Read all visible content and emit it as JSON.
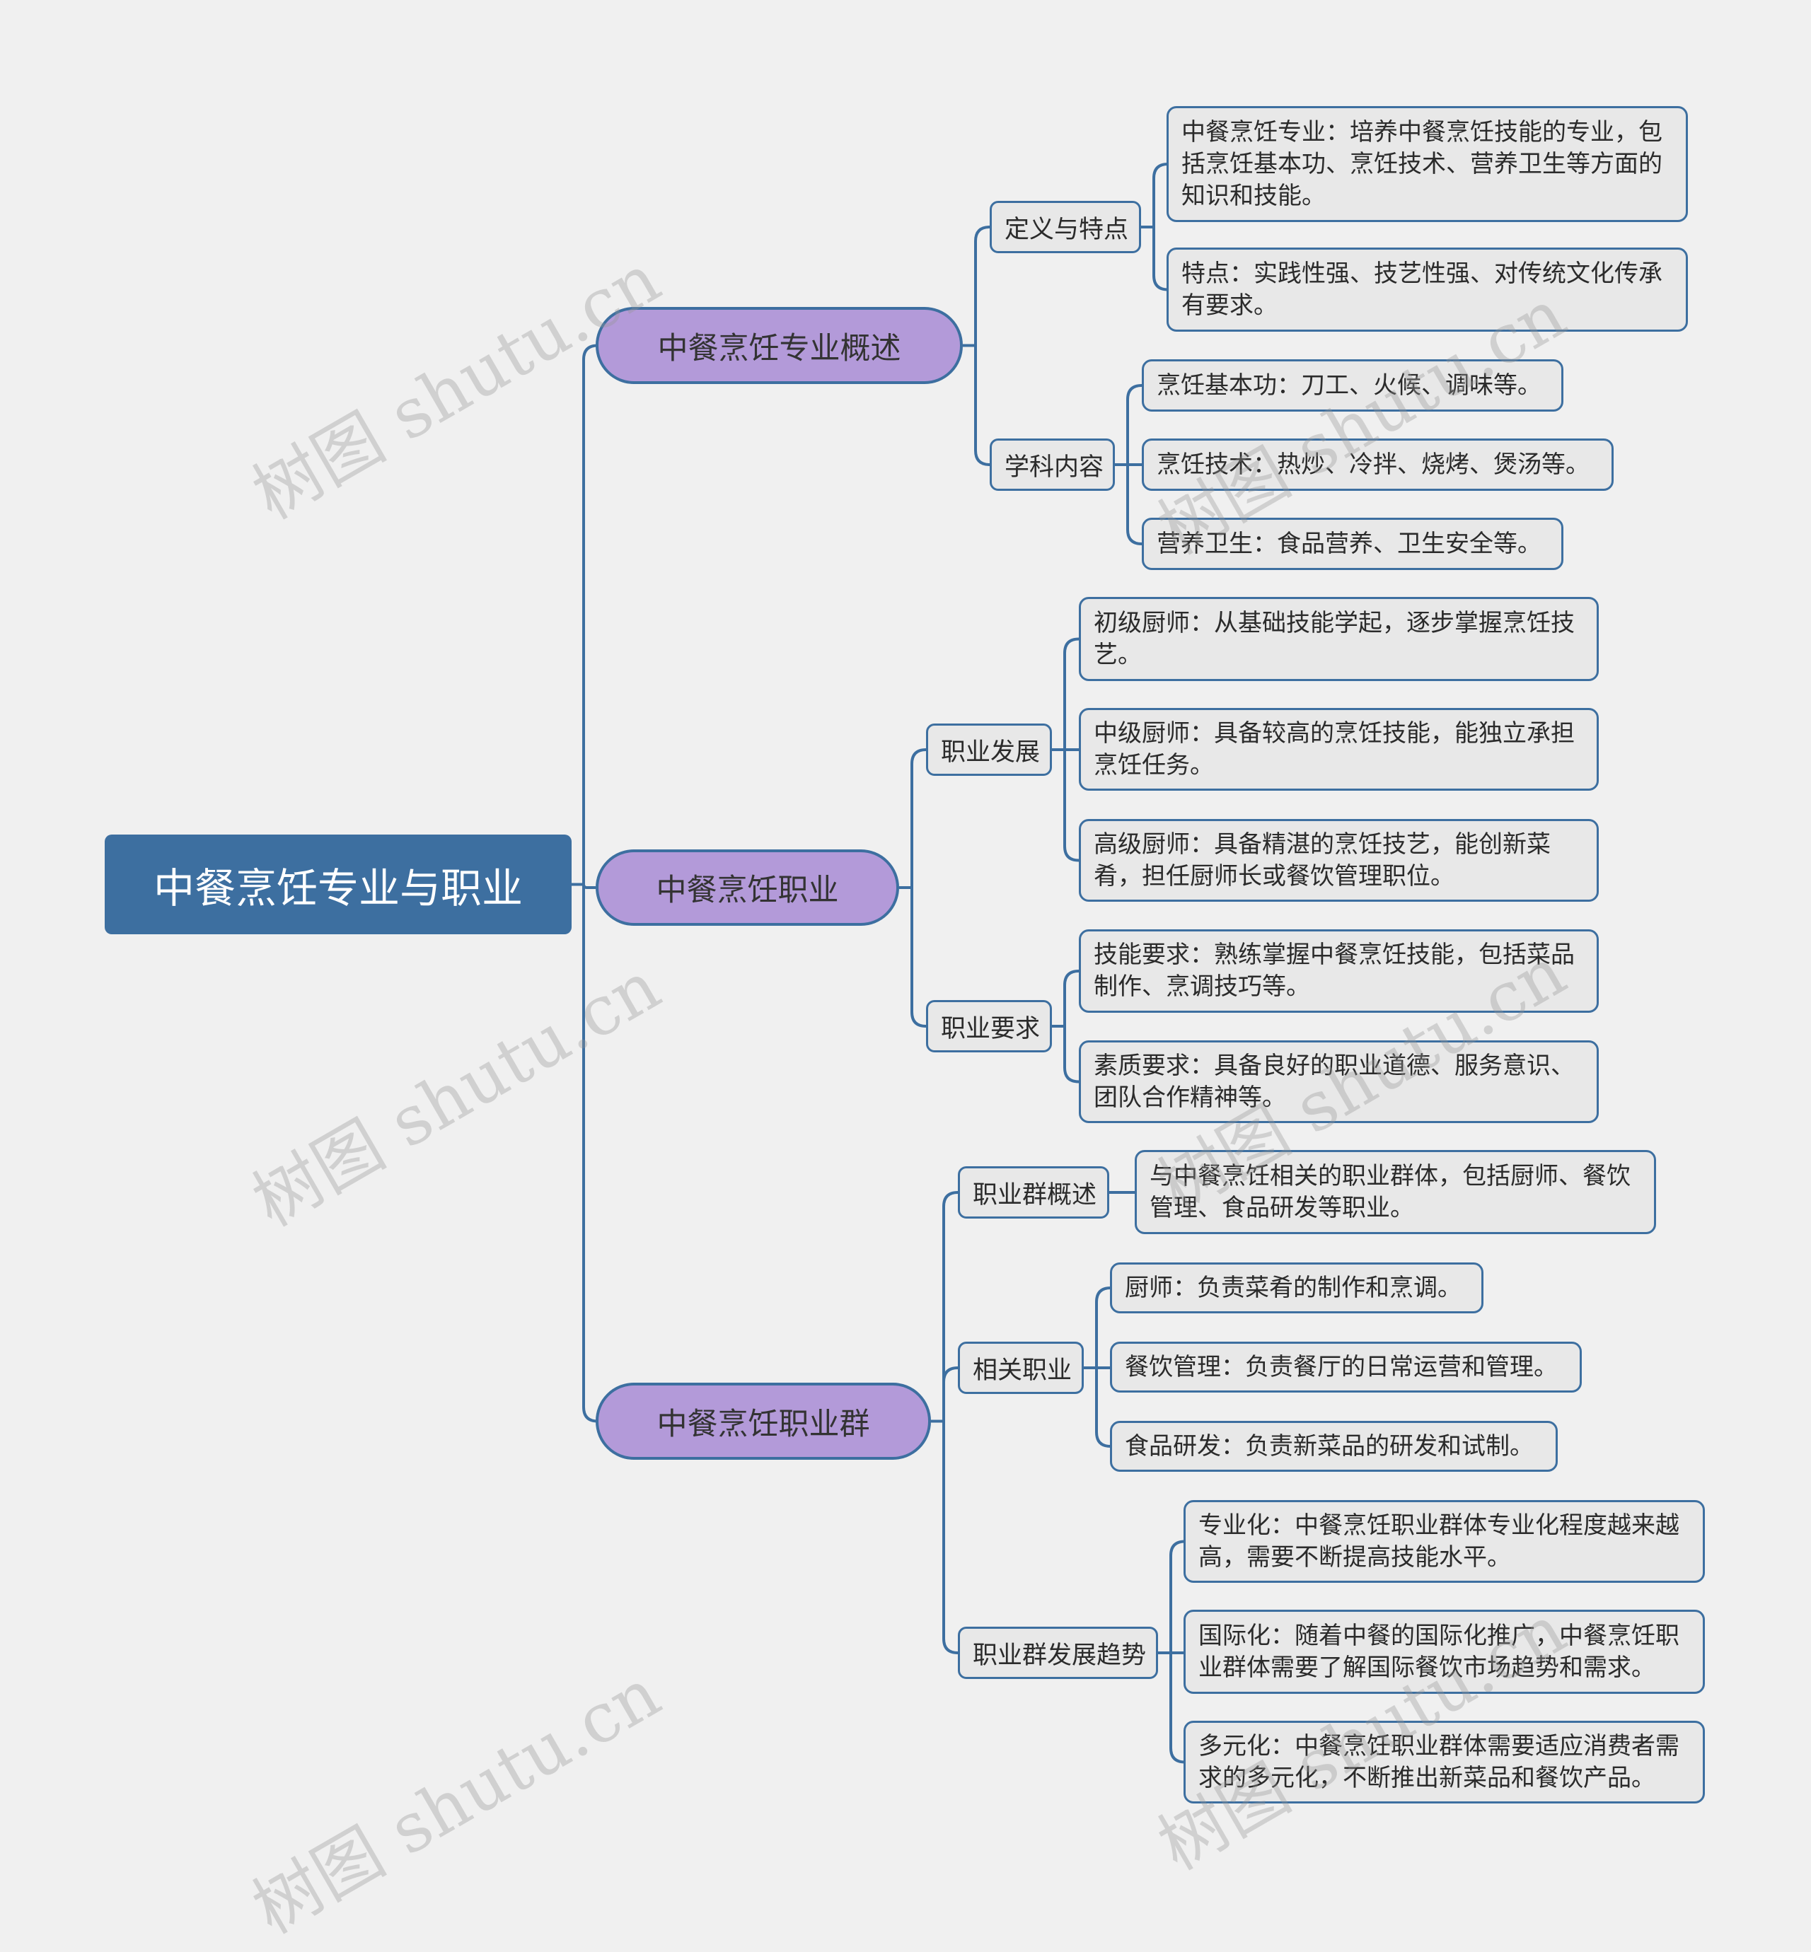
{
  "root": "中餐烹饪专业与职业",
  "branches": [
    {
      "label": "中餐烹饪专业概述",
      "children": [
        {
          "label": "定义与特点",
          "items": [
            "中餐烹饪专业：培养中餐烹饪技能的专业，包括烹饪基本功、烹饪技术、营养卫生等方面的知识和技能。",
            "特点：实践性强、技艺性强、对传统文化传承有要求。"
          ]
        },
        {
          "label": "学科内容",
          "items": [
            "烹饪基本功：刀工、火候、调味等。",
            "烹饪技术：热炒、冷拌、烧烤、煲汤等。",
            "营养卫生：食品营养、卫生安全等。"
          ]
        }
      ]
    },
    {
      "label": "中餐烹饪职业",
      "children": [
        {
          "label": "职业发展",
          "items": [
            "初级厨师：从基础技能学起，逐步掌握烹饪技艺。",
            "中级厨师：具备较高的烹饪技能，能独立承担烹饪任务。",
            "高级厨师：具备精湛的烹饪技艺，能创新菜肴，担任厨师长或餐饮管理职位。"
          ]
        },
        {
          "label": "职业要求",
          "items": [
            "技能要求：熟练掌握中餐烹饪技能，包括菜品制作、烹调技巧等。",
            "素质要求：具备良好的职业道德、服务意识、团队合作精神等。"
          ]
        }
      ]
    },
    {
      "label": "中餐烹饪职业群",
      "children": [
        {
          "label": "职业群概述",
          "items": [
            "与中餐烹饪相关的职业群体，包括厨师、餐饮管理、食品研发等职业。"
          ]
        },
        {
          "label": "相关职业",
          "items": [
            "厨师：负责菜肴的制作和烹调。",
            "餐饮管理：负责餐厅的日常运营和管理。",
            "食品研发：负责新菜品的研发和试制。"
          ]
        },
        {
          "label": "职业群发展趋势",
          "items": [
            "专业化：中餐烹饪职业群体专业化程度越来越高，需要不断提高技能水平。",
            "国际化：随着中餐的国际化推广，中餐烹饪职业群体需要了解国际餐饮市场趋势和需求。",
            "多元化：中餐烹饪职业群体需要适应消费者需求的多元化，不断推出新菜品和餐饮产品。"
          ]
        }
      ]
    }
  ],
  "watermark": "树图 shutu.cn",
  "colors": {
    "line": "#3d6fa0",
    "root": "#3d6fa0",
    "branch": "#b39ad9",
    "leaf": "#e8e8e8",
    "background": "#f0f0f0"
  }
}
